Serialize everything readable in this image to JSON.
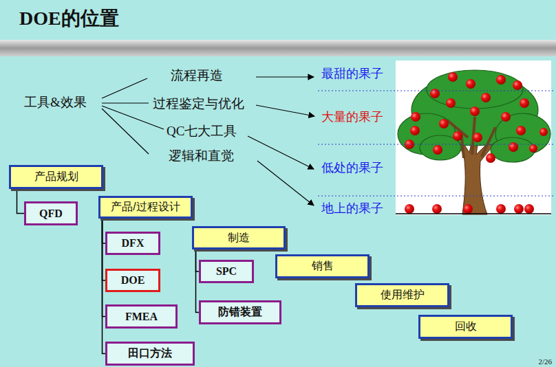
{
  "diagram": {
    "title": "DOE的位置",
    "nodes": [
      {
        "text": [
          "产品规划"
        ]
      },
      {
        "text": [
          "QFD"
        ]
      },
      {
        "text": [
          "产品/过程设计"
        ]
      },
      {
        "text": [
          "DFX"
        ]
      },
      {
        "text": [
          "DOE"
        ]
      },
      {
        "text": [
          "FMEA"
        ]
      },
      {
        "text": [
          "田口方法"
        ]
      },
      {
        "text": [
          "制造"
        ]
      },
      {
        "text": [
          "SPC"
        ]
      },
      {
        "text": [
          "防错装置"
        ]
      },
      {
        "text": [
          "销售"
        ]
      },
      {
        "text": [
          "使用维护"
        ]
      },
      {
        "text": [
          "回收"
        ]
      }
    ],
    "edges": [
      {
        "from": 0,
        "to": 1,
        "arrow": "none"
      },
      {
        "from": 2,
        "to": 3,
        "arrow": "none"
      },
      {
        "from": 2,
        "to": 4,
        "arrow": "none"
      },
      {
        "from": 2,
        "to": 5,
        "arrow": "none"
      },
      {
        "from": 2,
        "to": 6,
        "arrow": "none"
      },
      {
        "from": 7,
        "to": 8,
        "arrow": "none"
      },
      {
        "from": 7,
        "to": 9,
        "arrow": "none"
      }
    ],
    "labels": [
      "工具&效果",
      "流程再造",
      "过程鉴定与优化",
      "QC七大工具",
      "逻辑和直觉",
      "最甜的果子",
      "大量的果子",
      "低处的果子",
      "地上的果子",
      "2/26"
    ]
  }
}
